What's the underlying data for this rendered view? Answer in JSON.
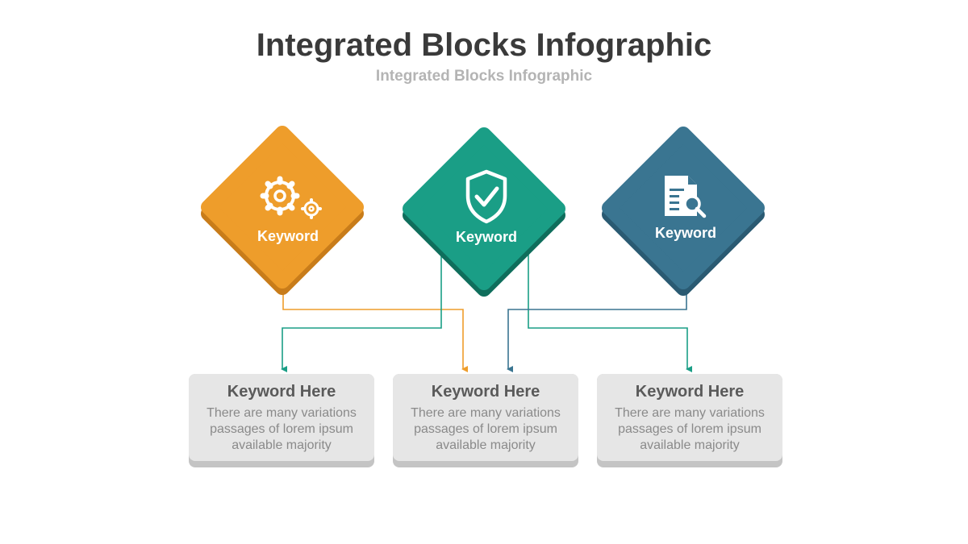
{
  "header": {
    "title": "Integrated Blocks Infographic",
    "subtitle": "Integrated Blocks Infographic"
  },
  "blocks": [
    {
      "label": "Keyword",
      "icon": "gears-icon",
      "color": "#ee9d2b",
      "shade": "#c87c1a"
    },
    {
      "label": "Keyword",
      "icon": "shield-check-icon",
      "color": "#1a9e86",
      "shade": "#0f6e5c"
    },
    {
      "label": "Keyword",
      "icon": "document-search-icon",
      "color": "#3a7591",
      "shade": "#2a5a72"
    }
  ],
  "cards": [
    {
      "title": "Keyword Here",
      "text": "There are many variations\npassages of lorem ipsum\navailable  majority"
    },
    {
      "title": "Keyword Here",
      "text": "There are many variations\npassages of lorem ipsum\navailable  majority"
    },
    {
      "title": "Keyword Here",
      "text": "There are many variations\npassages of lorem ipsum\navailable  majority"
    }
  ]
}
